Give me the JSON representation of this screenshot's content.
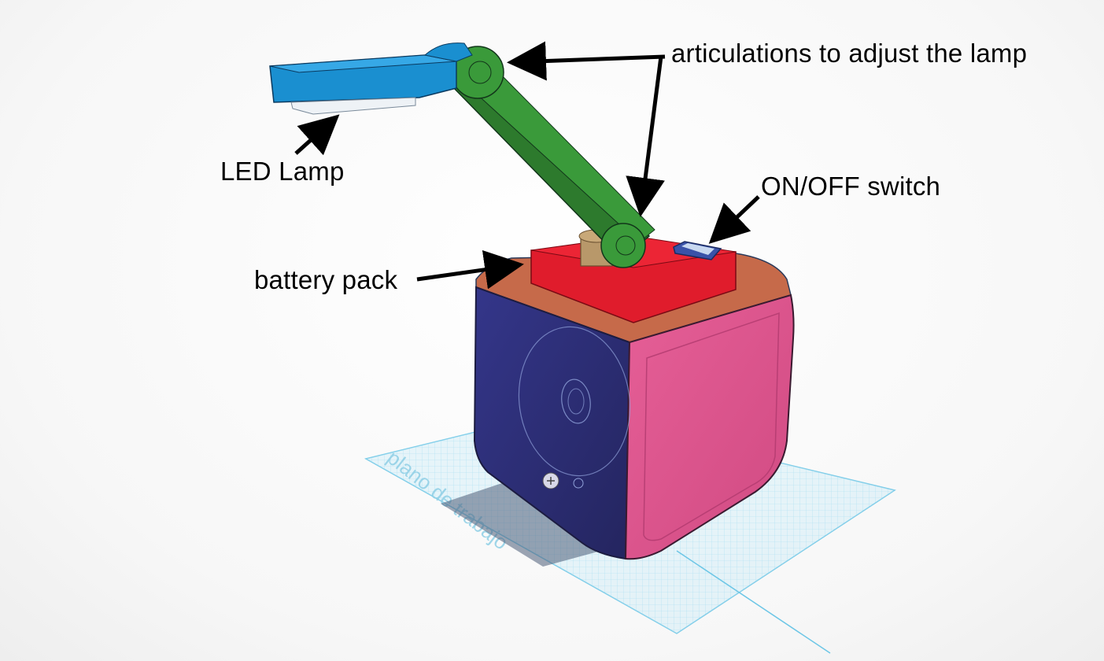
{
  "annotations": {
    "articulations": "articulations to adjust the lamp",
    "led_lamp": "LED Lamp",
    "on_off_switch": "ON/OFF switch",
    "battery_pack": "battery pack"
  },
  "workplane": {
    "watermark": "plano de trabajo"
  },
  "colors": {
    "lamp_head": "#1a8fd0",
    "lamp_arm": "#3a9a3a",
    "battery_pack": "#e01c2c",
    "cube_top": "#c66a4a",
    "cube_left": "#2e2f7a",
    "cube_right": "#e0558e",
    "switch": "#3a52a8",
    "grid": "#7fd0ea"
  }
}
